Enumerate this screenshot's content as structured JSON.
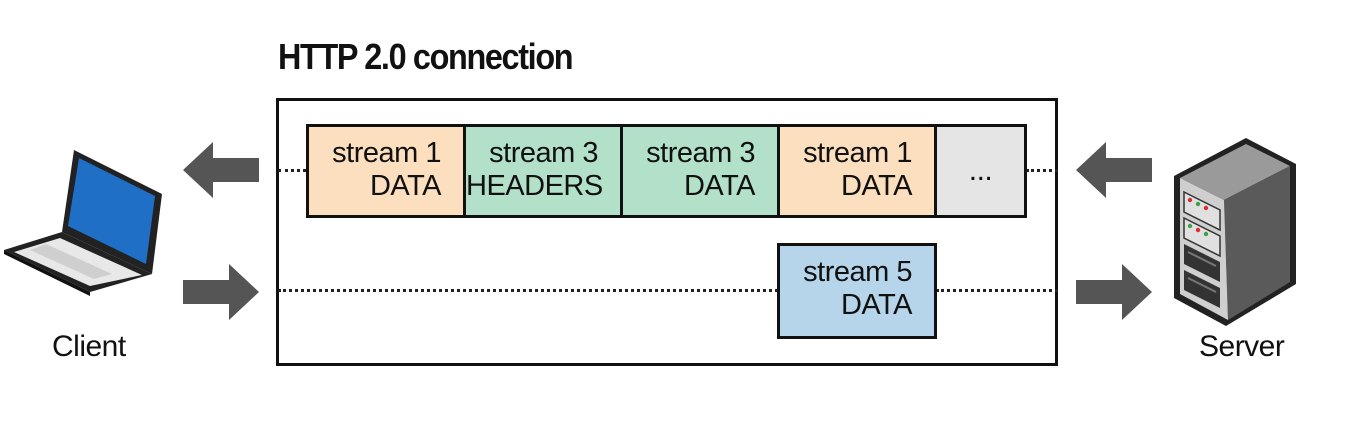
{
  "title": "HTTP 2.0 connection",
  "client_label": "Client",
  "server_label": "Server",
  "lanes": {
    "server_to_client": {
      "frames": [
        {
          "line1": "stream 1",
          "line2": "DATA",
          "color": "#fbdfbe"
        },
        {
          "line1": "stream 3",
          "line2": "HEADERS",
          "color": "#b3e0c9"
        },
        {
          "line1": "stream 3",
          "line2": "DATA",
          "color": "#b3e0c9"
        },
        {
          "line1": "stream 1",
          "line2": "DATA",
          "color": "#fbdfbe"
        },
        {
          "line1": "...",
          "line2": "",
          "color": "#e5e5e5"
        }
      ]
    },
    "client_to_server": {
      "frames": [
        {
          "line1": "stream 5",
          "line2": "DATA",
          "color": "#b7d5ea"
        }
      ]
    }
  },
  "colors": {
    "arrow": "#555555",
    "laptop_screen": "#1f6fc6",
    "outline": "#111111"
  },
  "icons": [
    "laptop-icon",
    "server-icon",
    "arrow-left-icon",
    "arrow-right-icon"
  ]
}
